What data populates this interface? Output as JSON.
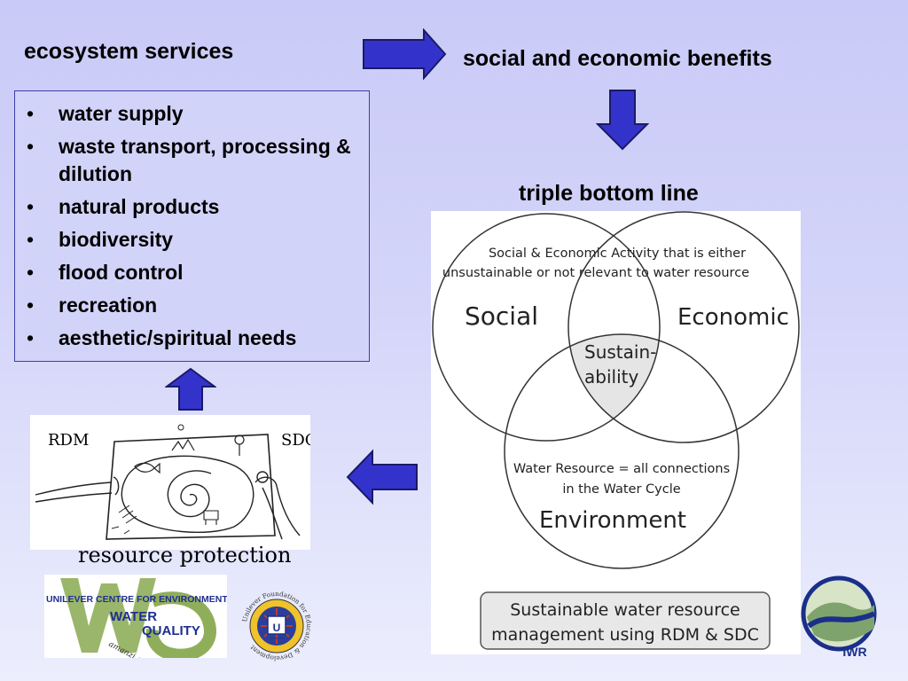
{
  "ecosystem_services": {
    "title": "ecosystem services",
    "items": [
      "water supply",
      "waste transport, processing & dilution",
      "natural products",
      "biodiversity",
      "flood control",
      "recreation",
      "aesthetic/spiritual needs"
    ]
  },
  "benefits": {
    "title": "social and economic benefits"
  },
  "triple_bottom_line": {
    "title": "triple bottom line",
    "venn": {
      "top_note_line1": "Social & Economic Activity that is either",
      "top_note_line2": "unsustainable or not relevant to water resource",
      "social": "Social",
      "economic": "Economic",
      "center_line1": "Sustain-",
      "center_line2": "ability",
      "bottom_note_line1": "Water Resource = all connections",
      "bottom_note_line2": "in the Water Cycle",
      "environment": "Environment",
      "footer_line1": "Sustainable water resource",
      "footer_line2": "management using RDM & SDC"
    }
  },
  "resource_protection": {
    "label": "resource protection",
    "left_tag": "RDM",
    "right_tag": "SDC"
  },
  "logos": {
    "unilever_line1": "UNILEVER CENTRE FOR ENVIRONMENTAL",
    "unilever_line2": "WATER",
    "unilever_line3": "QUALITY",
    "unilever_script": "amanzi amyoli",
    "ufed_ring": "Unilever Foundation for Education & Development",
    "ufed_center": "Unilever",
    "iwr": "IWR"
  },
  "colors": {
    "arrow_fill": "#3333cc",
    "box_border": "#3b3fa8",
    "wq_green": "#8fae5a",
    "wq_blue": "#1f2f8f",
    "iwr_blue": "#1a2f8a"
  }
}
